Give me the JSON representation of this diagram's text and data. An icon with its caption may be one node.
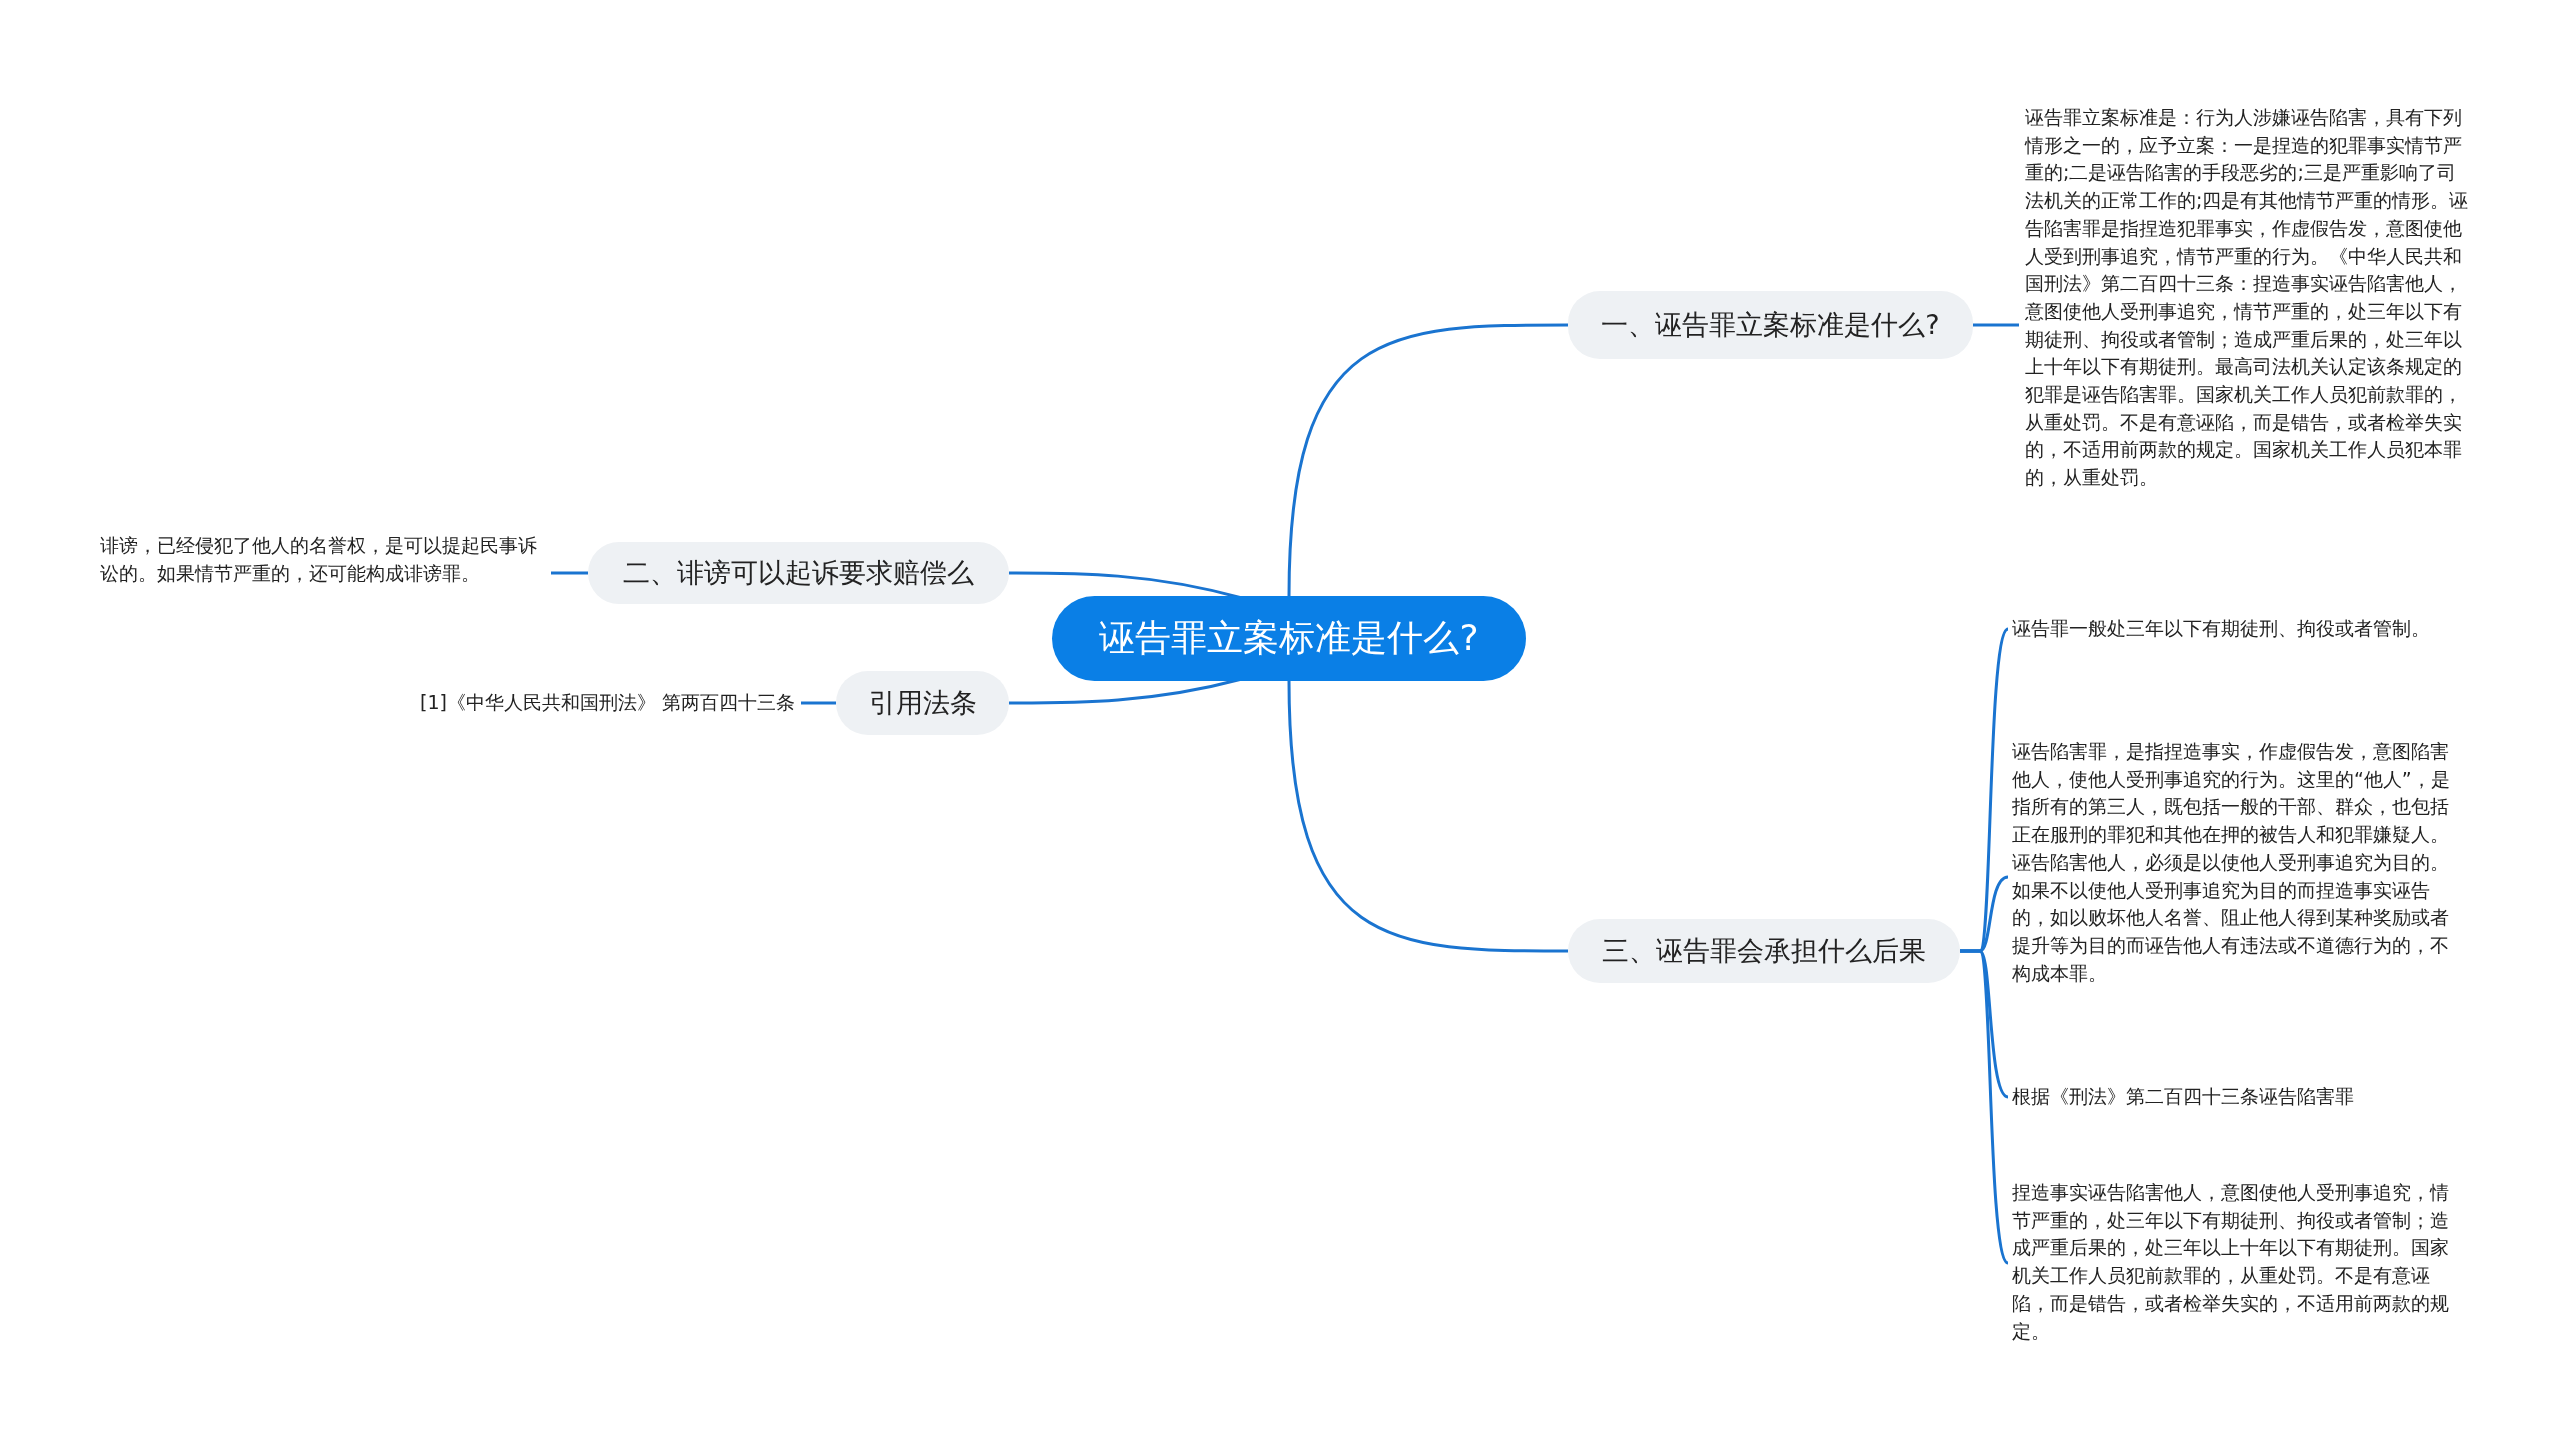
{
  "diagram": {
    "nodes": [
      {
        "text": [
          "诬告罪立案标准是什么?"
        ]
      },
      {
        "text": [
          "一、诬告罪立案标准是什么?"
        ]
      },
      {
        "text": [
          "诬告罪立案标准是：行为人涉嫌诬告陷害，具有下列情形之一的，应予立案：一是捏造的犯罪事实情节严重的;二是诬告陷害的手段恶劣的;三是严重影响了司法机关的正常工作的;四是有其他情节严重的情形。诬告陷害罪是指捏造犯罪事实，作虚假告发，意图使他人受到刑事追究，情节严重的行为。《中华人民共和国刑法》第二百四十三条：捏造事实诬告陷害他人，意图使他人受刑事追究，情节严重的，处三年以下有期徒刑、拘役或者管制；造成严重后果的，处三年以上十年以下有期徒刑。最高司法机关认定该条规定的犯罪是诬告陷害罪。国家机关工作人员犯前款罪的，从重处罚。不是有意诬陷，而是错告，或者检举失实的，不适用前两款的规定。国家机关工作人员犯本罪的，从重处罚。"
        ]
      },
      {
        "text": [
          "二、诽谤可以起诉要求赔偿么"
        ]
      },
      {
        "text": [
          "诽谤，已经侵犯了他人的名誉权，是可以提起民事诉讼的。如果情节严重的，还可能构成诽谤罪。"
        ]
      },
      {
        "text": [
          "引用法条"
        ]
      },
      {
        "text": [
          "[1]《中华人民共和国刑法》 第两百四十三条"
        ]
      },
      {
        "text": [
          "三、诬告罪会承担什么后果"
        ]
      },
      {
        "text": [
          "诬告罪一般处三年以下有期徒刑、拘役或者管制。"
        ]
      },
      {
        "text": [
          "诬告陷害罪，是指捏造事实，作虚假告发，意图陷害他人，使他人受刑事追究的行为。这里的“他人”，是指所有的第三人，既包括一般的干部、群众，也包括正在服刑的罪犯和其他在押的被告人和犯罪嫌疑人。诬告陷害他人，必须是以使他人受刑事追究为目的。如果不以使他人受刑事追究为目的而捏造事实诬告的，如以败坏他人名誉、阻止他人得到某种奖励或者提升等为目的而诬告他人有违法或不道德行为的，不构成本罪。"
        ]
      },
      {
        "text": [
          "根据《刑法》第二百四十三条诬告陷害罪"
        ]
      },
      {
        "text": [
          "捏造事实诬告陷害他人，意图使他人受刑事追究，情节严重的，处三年以下有期徒刑、拘役或者管制；造成严重后果的，处三年以上十年以下有期徒刑。国家机关工作人员犯前款罪的，从重处罚。不是有意诬陷，而是错告，或者检举失实的，不适用前两款的规定。"
        ]
      }
    ],
    "edges": [
      {
        "from": 0,
        "to": 1,
        "arrow": "none"
      },
      {
        "from": 1,
        "to": 2,
        "arrow": "none"
      },
      {
        "from": 0,
        "to": 3,
        "arrow": "none"
      },
      {
        "from": 3,
        "to": 4,
        "arrow": "none"
      },
      {
        "from": 0,
        "to": 5,
        "arrow": "none"
      },
      {
        "from": 5,
        "to": 6,
        "arrow": "none"
      },
      {
        "from": 0,
        "to": 7,
        "arrow": "none"
      },
      {
        "from": 7,
        "to": 8,
        "arrow": "none"
      },
      {
        "from": 7,
        "to": 9,
        "arrow": "none"
      },
      {
        "from": 7,
        "to": 10,
        "arrow": "none"
      },
      {
        "from": 7,
        "to": 11,
        "arrow": "none"
      }
    ]
  }
}
